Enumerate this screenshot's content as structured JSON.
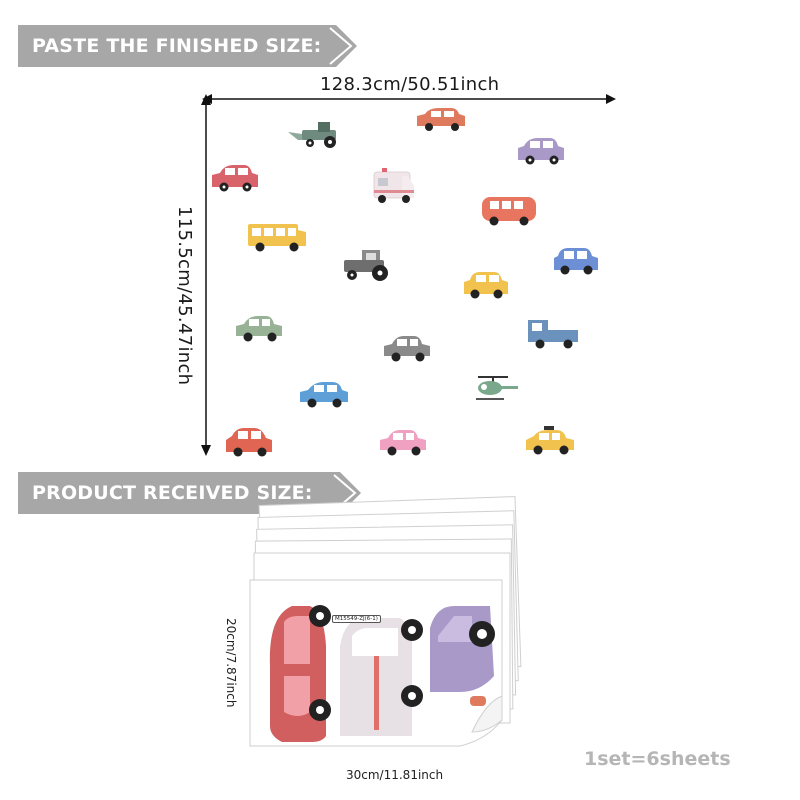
{
  "banners": {
    "finished": "PASTE THE FINISHED SIZE:",
    "received": "PRODUCT RECEIVED SIZE:"
  },
  "finished_size": {
    "width": "128.3cm/50.51inch",
    "height": "115.5cm/45.47inch"
  },
  "sheet_size": {
    "height": "20cm/7.87inch",
    "width": "30cm/11.81inch"
  },
  "sheet_code": "M15549-ZJ(6-1)",
  "set_note": "1set=6sheets",
  "colors": {
    "banner": "#a7a7a7",
    "text": "#1a1a1a",
    "note": "#b5b5b5"
  },
  "vehicles": [
    {
      "name": "tractor-green",
      "color": "#6f8b80"
    },
    {
      "name": "car-orange",
      "color": "#e07a5f"
    },
    {
      "name": "car-purple",
      "color": "#a999c8"
    },
    {
      "name": "car-red",
      "color": "#d9636a"
    },
    {
      "name": "ambulance",
      "color": "#f0e6ea"
    },
    {
      "name": "bus-orange",
      "color": "#e8755f"
    },
    {
      "name": "school-bus",
      "color": "#f1c34e"
    },
    {
      "name": "tractor-gray",
      "color": "#6e6e6e"
    },
    {
      "name": "car-blue",
      "color": "#6d8fd6"
    },
    {
      "name": "car-yellow",
      "color": "#f1c34e"
    },
    {
      "name": "car-green",
      "color": "#98b296"
    },
    {
      "name": "truck-blue",
      "color": "#6b92bd"
    },
    {
      "name": "car-gray",
      "color": "#8a8a8a"
    },
    {
      "name": "car-sky",
      "color": "#5f9fd8"
    },
    {
      "name": "helicopter",
      "color": "#7aa88d"
    },
    {
      "name": "car-red2",
      "color": "#e06552"
    },
    {
      "name": "car-pink",
      "color": "#f0a0c0"
    },
    {
      "name": "taxi",
      "color": "#f1c34e"
    }
  ]
}
